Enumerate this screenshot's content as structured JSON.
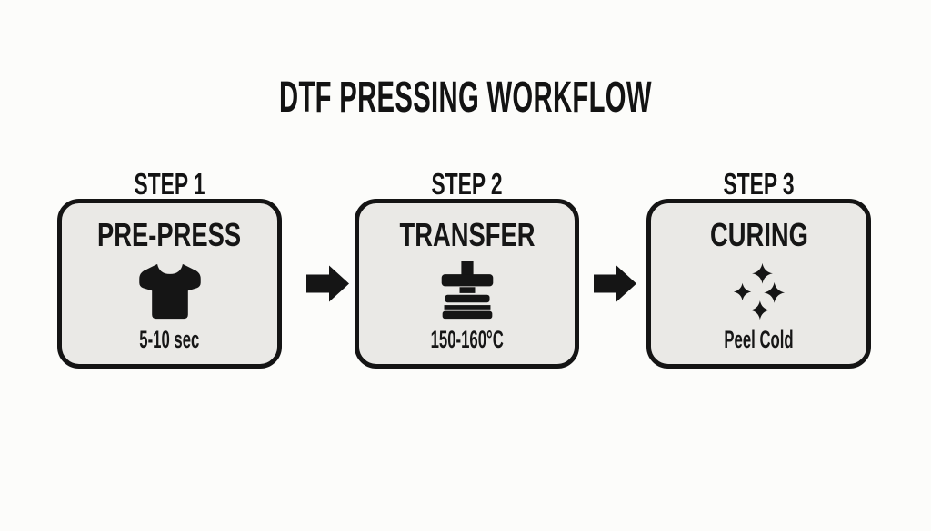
{
  "title": "DTF PRESSING WORKFLOW",
  "colors": {
    "background": "#fcfcfa",
    "box_fill": "#eae9e6",
    "border": "#141414",
    "text": "#161616"
  },
  "steps": [
    {
      "label": "STEP 1",
      "name": "PRE-PRESS",
      "icon": "tshirt-icon",
      "detail": "5-10 sec"
    },
    {
      "label": "STEP 2",
      "name": "TRANSFER",
      "icon": "heat-press-icon",
      "detail": "150-160°C"
    },
    {
      "label": "STEP 3",
      "name": "CURING",
      "icon": "sparkles-icon",
      "detail": "Peel Cold"
    }
  ],
  "arrows": [
    {
      "icon": "arrow-right-icon"
    },
    {
      "icon": "arrow-right-icon"
    }
  ]
}
